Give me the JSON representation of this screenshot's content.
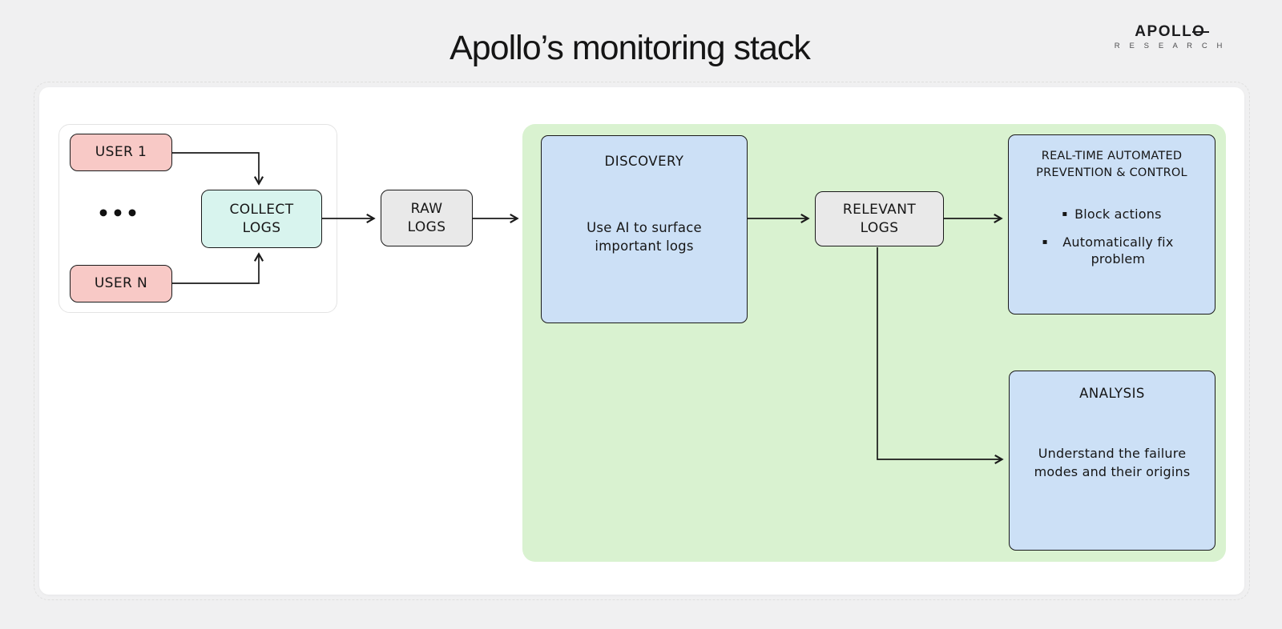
{
  "header": {
    "title": "Apollo’s monitoring stack",
    "logo": {
      "wordmark": "APOLLO",
      "subtitle": "R E S E A R C H"
    }
  },
  "diagram": {
    "users_group": {
      "user1_label": "USER 1",
      "ellipsis": "•••",
      "userN_label": "USER N",
      "collect_label": "COLLECT LOGS"
    },
    "raw_logs_label": "RAW LOGS",
    "pipeline": {
      "discovery": {
        "title": "DISCOVERY",
        "body": "Use AI to surface important logs"
      },
      "relevant_logs_label": "RELEVANT LOGS",
      "prevention": {
        "title": "REAL-TIME AUTOMATED PREVENTION & CONTROL",
        "bullet_icon": "▪",
        "bullets": [
          "Block actions",
          "Automatically fix problem"
        ]
      },
      "analysis": {
        "title": "ANALYSIS",
        "body": "Understand the failure modes and their origins"
      }
    },
    "colors": {
      "background": "#f0f0f1",
      "card": "#ffffff",
      "user_box": "#f8c9c6",
      "collect_box": "#d8f4ee",
      "logs_box": "#e9e9e9",
      "stage_box": "#cce0f6",
      "panel_green": "#d9f2d0",
      "stroke": "#1a1a1a"
    }
  }
}
